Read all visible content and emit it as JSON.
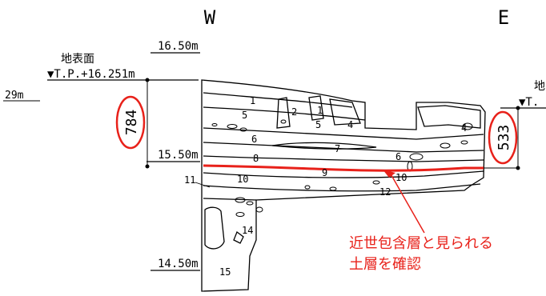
{
  "directions": {
    "west": "W",
    "east": "E"
  },
  "ground_surface": {
    "label": "地表面",
    "elevation_left": "▼T.P.+16.251m",
    "label_right_partial": "地",
    "elevation_right_partial": "▼T.",
    "edge_value_left": "29m"
  },
  "elevation_marks": [
    "16.50m",
    "15.50m",
    "14.50m"
  ],
  "dimensions": {
    "left": "784",
    "right": "533"
  },
  "layer_numbers": [
    "1",
    "1",
    "2",
    "4",
    "4",
    "5",
    "5",
    "6",
    "6",
    "7",
    "8",
    "9",
    "10",
    "10",
    "11",
    "12",
    "14",
    "15"
  ],
  "annotation": {
    "line1": "近世包含層と見られる",
    "line2": "土層を確認"
  },
  "colors": {
    "highlight": "#e8211a",
    "ink": "#000000"
  }
}
